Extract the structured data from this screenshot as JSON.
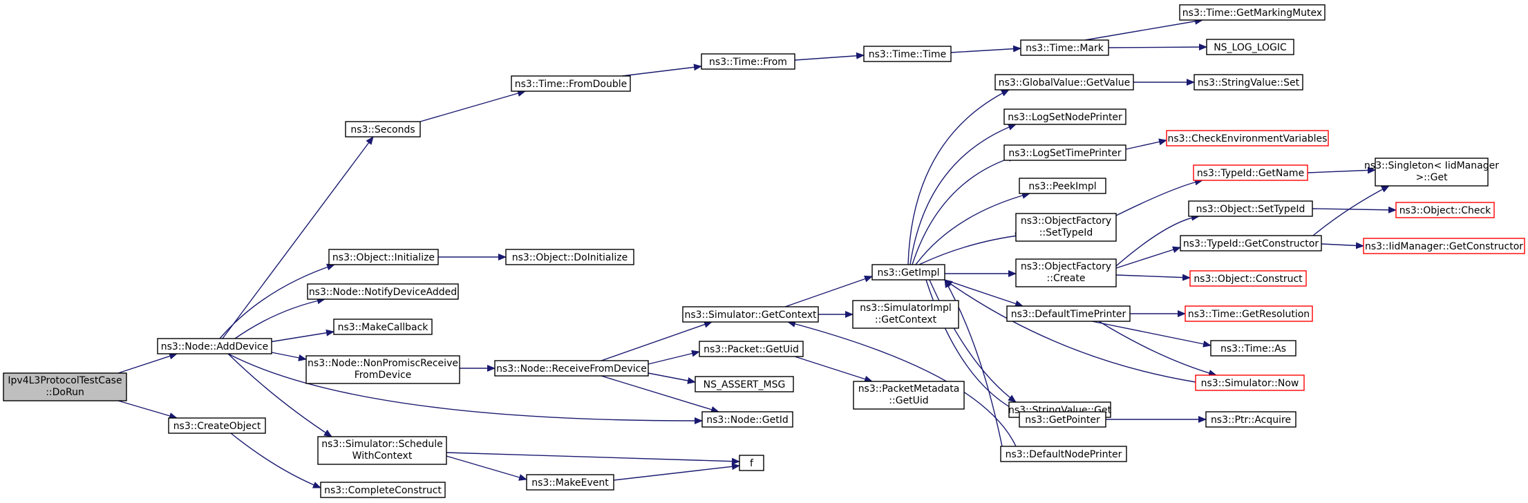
{
  "nodes": {
    "dorun": [
      "Ipv4L3ProtocolTestCase",
      "::DoRun"
    ],
    "adddevice": [
      "ns3::Node::AddDevice"
    ],
    "createobject": [
      "ns3::CreateObject"
    ],
    "seconds": [
      "ns3::Seconds"
    ],
    "fromdouble": [
      "ns3::Time::FromDouble"
    ],
    "from": [
      "ns3::Time::From"
    ],
    "time": [
      "ns3::Time::Time"
    ],
    "mark": [
      "ns3::Time::Mark"
    ],
    "getmarkingmutex": [
      "ns3::Time::GetMarkingMutex"
    ],
    "nsloglogic": [
      "NS_LOG_LOGIC"
    ],
    "globalvalue": [
      "ns3::GlobalValue::GetValue"
    ],
    "stringvalueset": [
      "ns3::StringValue::Set"
    ],
    "logsetnodeprinter": [
      "ns3::LogSetNodePrinter"
    ],
    "logsettimeprinter": [
      "ns3::LogSetTimePrinter"
    ],
    "checkenv": [
      "ns3::CheckEnvironmentVariables"
    ],
    "peekimpl": [
      "ns3::PeekImpl"
    ],
    "typeidgetname": [
      "ns3::TypeId::GetName"
    ],
    "singleton": [
      "ns3::Singleton< IidManager",
      ">::Get"
    ],
    "ofsettypeid": [
      "ns3::ObjectFactory",
      "::SetTypeId"
    ],
    "objsettypeid": [
      "ns3::Object::SetTypeId"
    ],
    "objcheck": [
      "ns3::Object::Check"
    ],
    "getimpl": [
      "ns3::GetImpl"
    ],
    "getconstructor": [
      "ns3::TypeId::GetConstructor"
    ],
    "iidgetconstructor": [
      "ns3::IidManager::GetConstructor"
    ],
    "ofcreate": [
      "ns3::ObjectFactory",
      "::Create"
    ],
    "objconstruct": [
      "ns3::Object::Construct"
    ],
    "objinit": [
      "ns3::Object::Initialize"
    ],
    "objdoinit": [
      "ns3::Object::DoInitialize"
    ],
    "notifydevadded": [
      "ns3::Node::NotifyDeviceAdded"
    ],
    "makecallback": [
      "ns3::MakeCallback"
    ],
    "simgetcontext": [
      "ns3::Simulator::GetContext"
    ],
    "simimplgetcontext": [
      "ns3::SimulatorImpl",
      "::GetContext"
    ],
    "defaulttimeprinter": [
      "ns3::DefaultTimePrinter"
    ],
    "getresolution": [
      "ns3::Time::GetResolution"
    ],
    "nonpromisc": [
      "ns3::Node::NonPromiscReceive",
      "FromDevice"
    ],
    "receivefromdevice": [
      "ns3::Node::ReceiveFromDevice"
    ],
    "packetgetuid": [
      "ns3::Packet::GetUid"
    ],
    "timeas": [
      "ns3::Time::As"
    ],
    "simnow": [
      "ns3::Simulator::Now"
    ],
    "nsassert": [
      "NS_ASSERT_MSG"
    ],
    "pktmeta": [
      "ns3::PacketMetadata",
      "::GetUid"
    ],
    "stringvalueget": [
      "ns3::StringValue::Get"
    ],
    "nodegetid": [
      "ns3::Node::GetId"
    ],
    "getpointer": [
      "ns3::GetPointer"
    ],
    "ptracquire": [
      "ns3::Ptr::Acquire"
    ],
    "schedulewc": [
      "ns3::Simulator::Schedule",
      "WithContext"
    ],
    "f": [
      "f"
    ],
    "defaultnodeprinter": [
      "ns3::DefaultNodePrinter"
    ],
    "makeevent": [
      "ns3::MakeEvent"
    ],
    "completeconstruct": [
      "ns3::CompleteConstruct"
    ]
  },
  "colors": {
    "edge": "#191970",
    "root_fill": "#bfbfbf",
    "missing_border": "#ff0000"
  }
}
